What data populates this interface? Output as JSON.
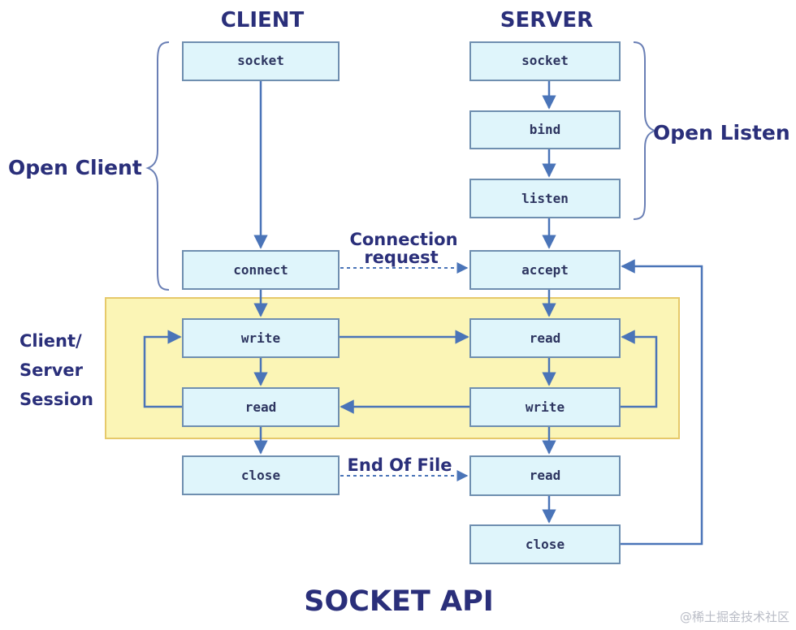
{
  "headers": {
    "client": "CLIENT",
    "server": "SERVER"
  },
  "groups": {
    "open_client": "Open Client",
    "open_listen": "Open Listen",
    "session_line1": "Client/",
    "session_line2": "Server",
    "session_line3": "Session"
  },
  "nodes": {
    "c_socket": "socket",
    "c_connect": "connect",
    "c_write": "write",
    "c_read": "read",
    "c_close": "close",
    "s_socket": "socket",
    "s_bind": "bind",
    "s_listen": "listen",
    "s_accept": "accept",
    "s_read": "read",
    "s_write": "write",
    "s_read2": "read",
    "s_close": "close"
  },
  "edge_labels": {
    "connection_line1": "Connection",
    "connection_line2": "request",
    "eof": "End Of File"
  },
  "title": "SOCKET API",
  "watermark": "@稀土掘金技术社区",
  "colors": {
    "node_fill": "#dff5fb",
    "node_stroke": "#6f8fb0",
    "arrow": "#4a74b8",
    "session_fill": "#fbf5b6",
    "session_stroke": "#e6c96a",
    "text_dark": "#2a2f7a"
  }
}
